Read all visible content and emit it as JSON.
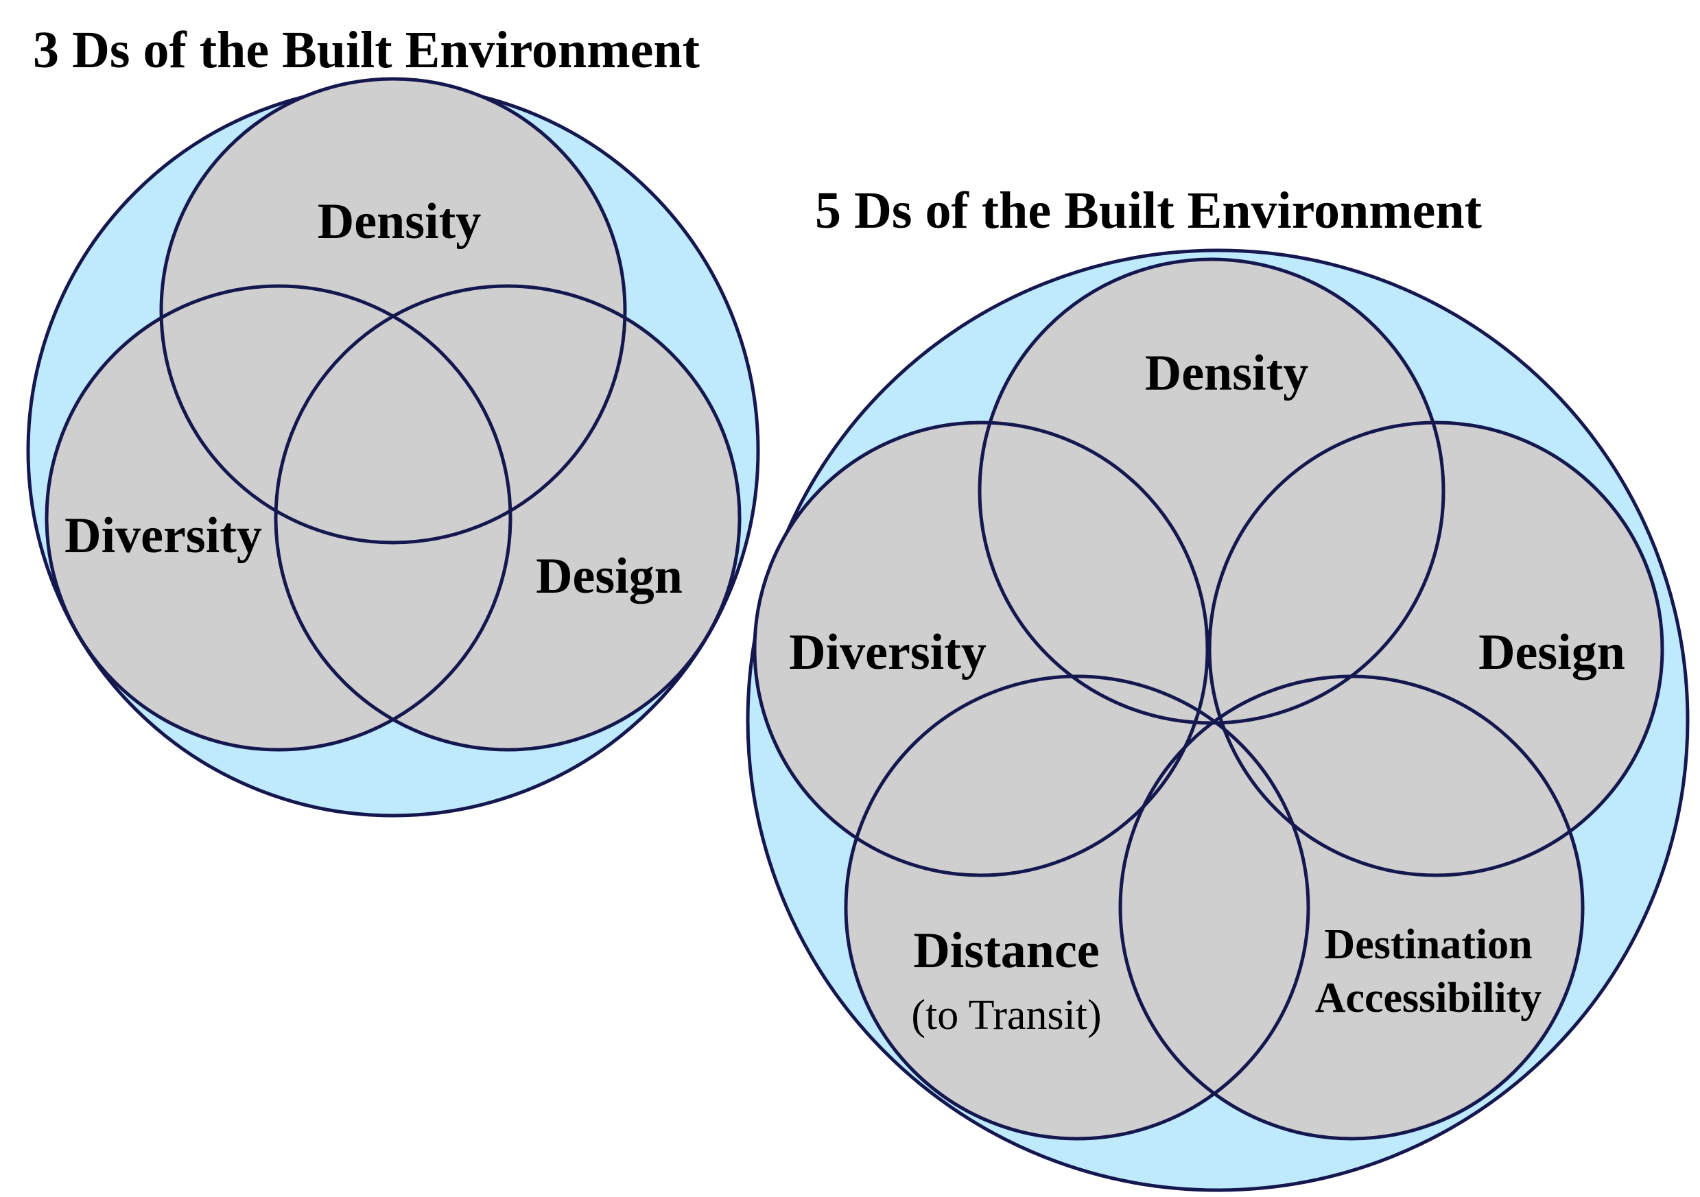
{
  "colors": {
    "outer_fill": "#bfeafb",
    "inner_fill": "#cfcfcf",
    "stroke": "#15174f"
  },
  "diagram_3d": {
    "title": "3 Ds of the Built Environment",
    "circles": {
      "density": "Density",
      "diversity": "Diversity",
      "design": "Design"
    }
  },
  "diagram_5d": {
    "title": "5 Ds of the Built Environment",
    "circles": {
      "density": "Density",
      "diversity": "Diversity",
      "design": "Design",
      "distance": "Distance",
      "distance_sub": "(to Transit)",
      "destination_line1": "Destination",
      "destination_line2": "Accessibility"
    }
  }
}
